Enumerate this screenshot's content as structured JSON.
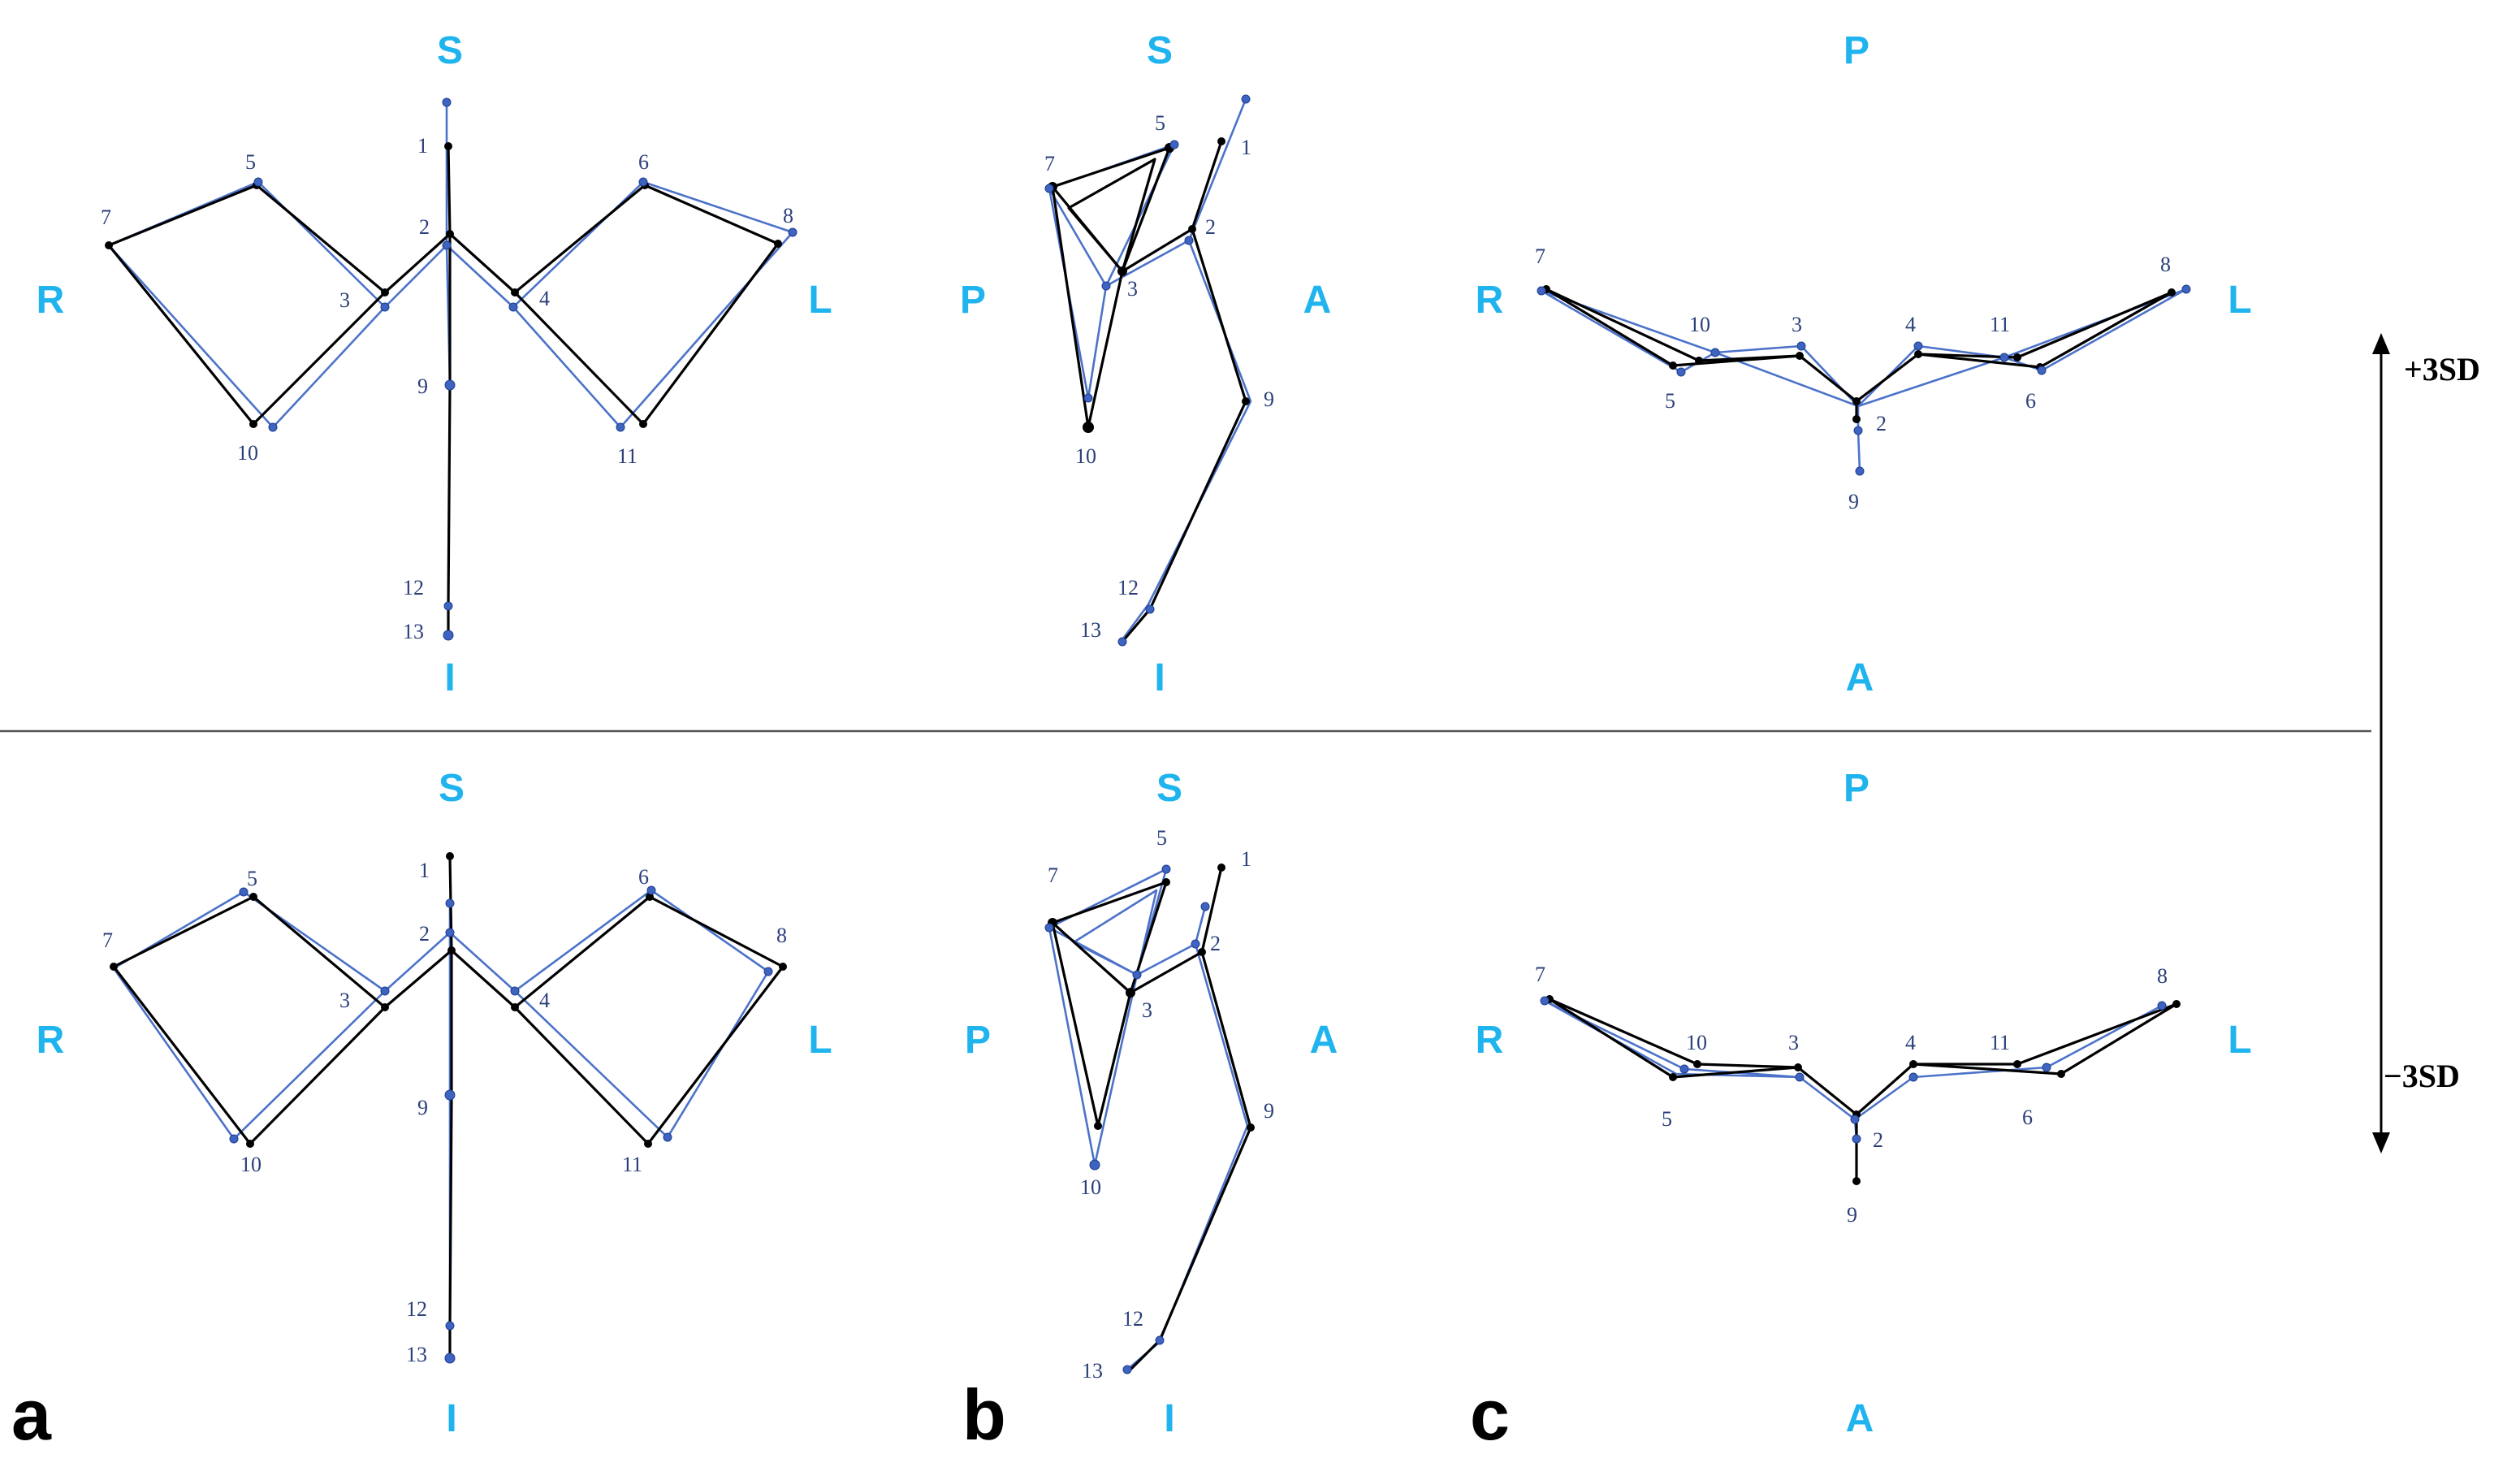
{
  "panels": [
    "a",
    "b",
    "c"
  ],
  "directions": {
    "superior": "S",
    "inferior": "I",
    "right": "R",
    "left": "L",
    "anterior": "A",
    "posterior": "P"
  },
  "scale_labels": {
    "plus": "+3SD",
    "minus": "−3SD"
  },
  "landmarks": [
    "1",
    "2",
    "3",
    "4",
    "5",
    "6",
    "7",
    "8",
    "9",
    "10",
    "11",
    "12",
    "13"
  ],
  "colors": {
    "direction_label": "#1FB4EE",
    "shape_black": "#000000",
    "shape_blue": "#4C72C9",
    "number_label": "#2B3F7A"
  }
}
